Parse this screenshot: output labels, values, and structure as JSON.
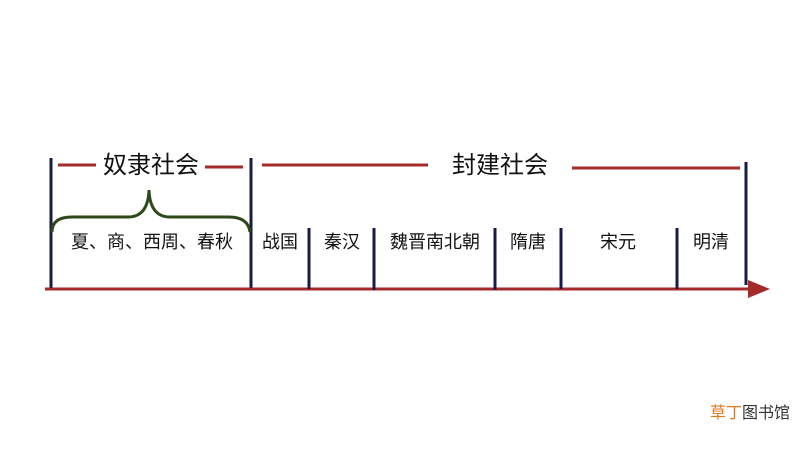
{
  "diagram": {
    "upper_labels": {
      "slave_society": "奴隶社会",
      "feudal_society": "封建社会"
    },
    "periods": [
      {
        "key": "xia-shang-zhou-chunqiu",
        "label": "夏、商、西周、春秋"
      },
      {
        "key": "zhanguo",
        "label": "战国"
      },
      {
        "key": "qin-han",
        "label": "秦汉"
      },
      {
        "key": "wei-jin-nanbeichao",
        "label": "魏晋南北朝"
      },
      {
        "key": "sui-tang",
        "label": "隋唐"
      },
      {
        "key": "song-yuan",
        "label": "宋元"
      },
      {
        "key": "ming-qing",
        "label": "明清"
      }
    ]
  },
  "watermark": {
    "accent": "草丁",
    "rest": "图书馆"
  },
  "colors": {
    "timeline_arrow": "#a52a2a",
    "dividers": "#1a1a4a",
    "brace": "#2f4a1a",
    "watermark_accent": "#e07a1a"
  }
}
